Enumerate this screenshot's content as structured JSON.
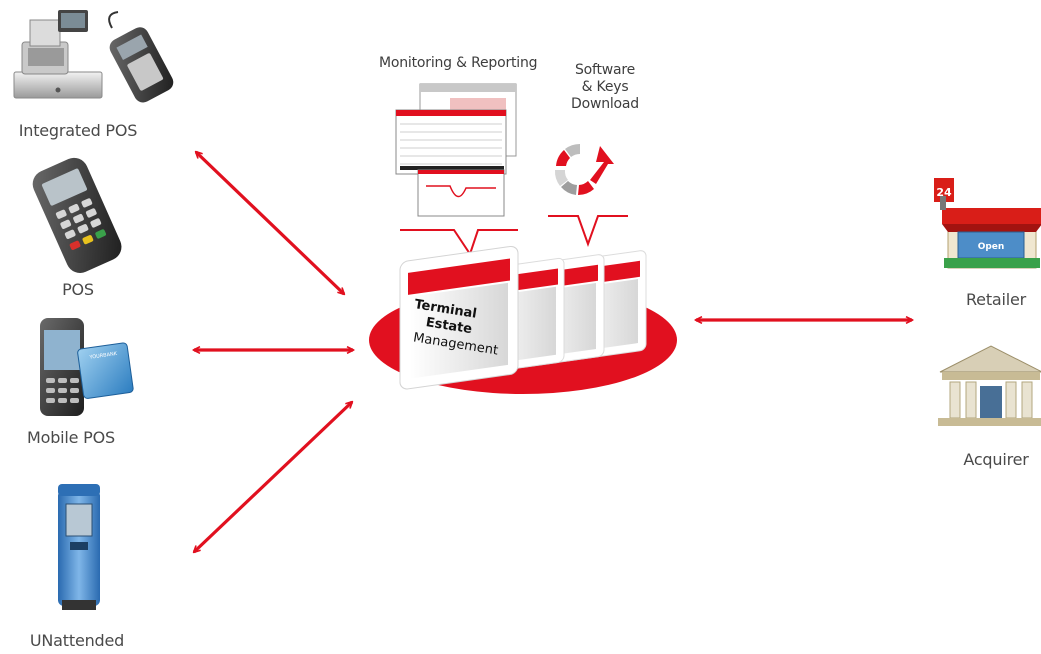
{
  "left_devices": [
    {
      "label": "Integrated POS",
      "icon": "cash-register-icon"
    },
    {
      "label": "POS",
      "icon": "pos-terminal-icon"
    },
    {
      "label": "Mobile POS",
      "icon": "mobile-phone-icon"
    },
    {
      "label": "UNattended",
      "icon": "kiosk-icon"
    }
  ],
  "right_parties": [
    {
      "label": "Retailer",
      "icon": "store-icon"
    },
    {
      "label": "Acquirer",
      "icon": "bank-building-icon"
    }
  ],
  "hub": {
    "title_line1": "Terminal",
    "title_line2": "Estate",
    "title_line3": "Management"
  },
  "services": {
    "monitoring_label": "Monitoring & Reporting",
    "download_label": "Software\n& Keys\nDownload"
  },
  "store_sign": "Open",
  "store_number": "24",
  "card_brand": "YOURBANK",
  "colors": {
    "accent": "#e1101f",
    "label": "#4a4a4a"
  }
}
